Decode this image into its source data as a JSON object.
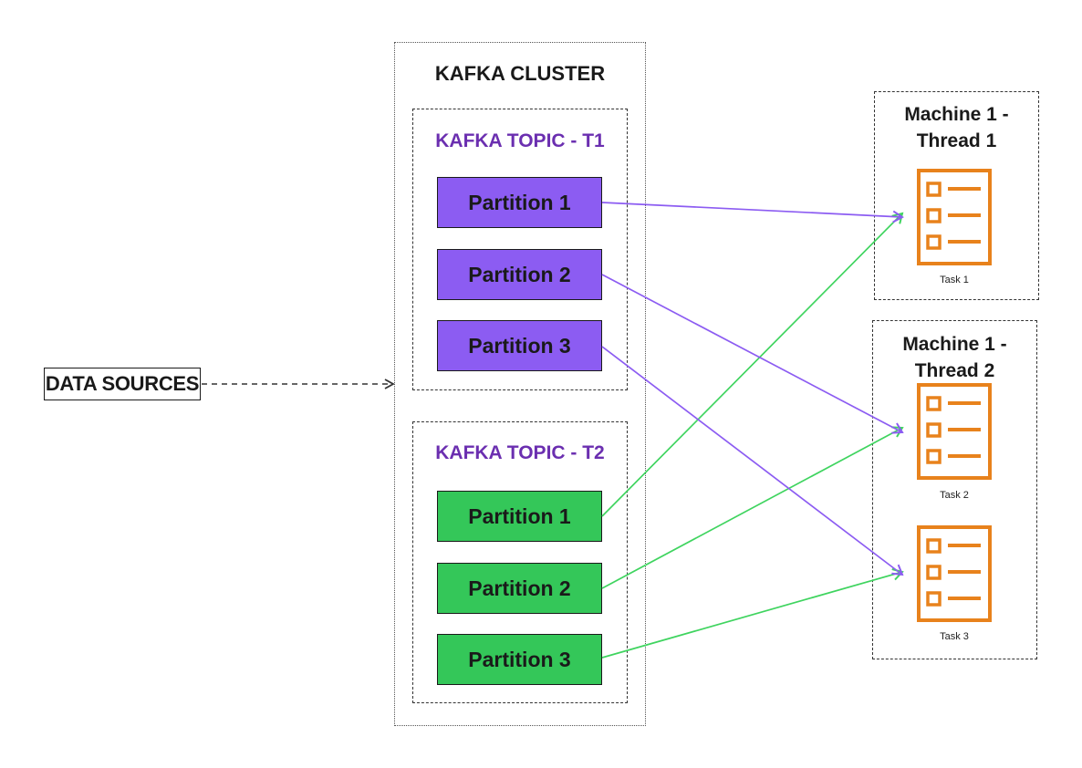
{
  "data_sources": {
    "label": "DATA SOURCES"
  },
  "cluster": {
    "title": "KAFKA CLUSTER"
  },
  "topics": [
    {
      "title": "KAFKA TOPIC - T1",
      "partitions": [
        "Partition 1",
        "Partition 2",
        "Partition 3"
      ]
    },
    {
      "title": "KAFKA TOPIC - T2",
      "partitions": [
        "Partition 1",
        "Partition 2",
        "Partition 3"
      ]
    }
  ],
  "machines": [
    {
      "title_line1": "Machine 1 -",
      "title_line2": "Thread 1"
    },
    {
      "title_line1": "Machine 1 -",
      "title_line2": "Thread 2"
    }
  ],
  "tasks": [
    {
      "label": "Task 1",
      "icon": "task-list-icon"
    },
    {
      "label": "Task 2",
      "icon": "task-list-icon"
    },
    {
      "label": "Task 3",
      "icon": "task-list-icon"
    }
  ],
  "colors": {
    "topic_title": "#6b2fb0",
    "t1_partition": "#8c5cf2",
    "t2_partition": "#34c759",
    "t1_arrow": "#8c5cf2",
    "t2_arrow": "#3fd45f",
    "task_icon": "#e8821c"
  },
  "connections": [
    {
      "from": "T1 Partition 1",
      "to": "Task 1"
    },
    {
      "from": "T1 Partition 2",
      "to": "Task 2"
    },
    {
      "from": "T1 Partition 3",
      "to": "Task 3"
    },
    {
      "from": "T2 Partition 1",
      "to": "Task 1"
    },
    {
      "from": "T2 Partition 2",
      "to": "Task 2"
    },
    {
      "from": "T2 Partition 3",
      "to": "Task 3"
    }
  ]
}
